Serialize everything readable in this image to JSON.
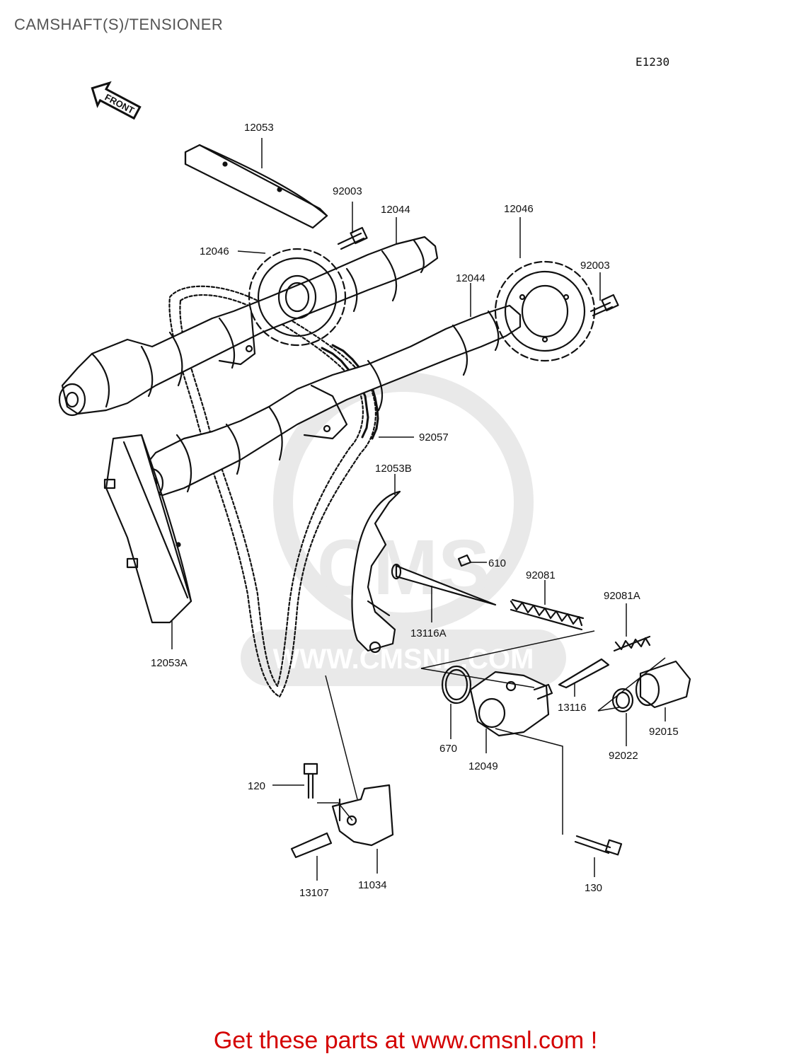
{
  "page": {
    "title": "CAMSHAFT(S)/TENSIONER",
    "diagram_code": "E1230",
    "front_label": "FRONT",
    "watermark_url": "WWW.CMSNL.COM",
    "watermark_brand": "CMS",
    "promo": "Get these parts at www.cmsnl.com !"
  },
  "parts": [
    {
      "number": "12053"
    },
    {
      "number": "92003"
    },
    {
      "number": "12044"
    },
    {
      "number": "12046"
    },
    {
      "number": "12046"
    },
    {
      "number": "92003"
    },
    {
      "number": "12044"
    },
    {
      "number": "92057"
    },
    {
      "number": "12053B"
    },
    {
      "number": "610"
    },
    {
      "number": "92081"
    },
    {
      "number": "92081A"
    },
    {
      "number": "13116A"
    },
    {
      "number": "12053A"
    },
    {
      "number": "13116"
    },
    {
      "number": "670"
    },
    {
      "number": "12049"
    },
    {
      "number": "92015"
    },
    {
      "number": "92022"
    },
    {
      "number": "120"
    },
    {
      "number": "13107"
    },
    {
      "number": "11034"
    },
    {
      "number": "130"
    }
  ],
  "colors": {
    "line": "#111111",
    "title": "#555555",
    "promo": "#d40000",
    "watermark": "#888888"
  }
}
